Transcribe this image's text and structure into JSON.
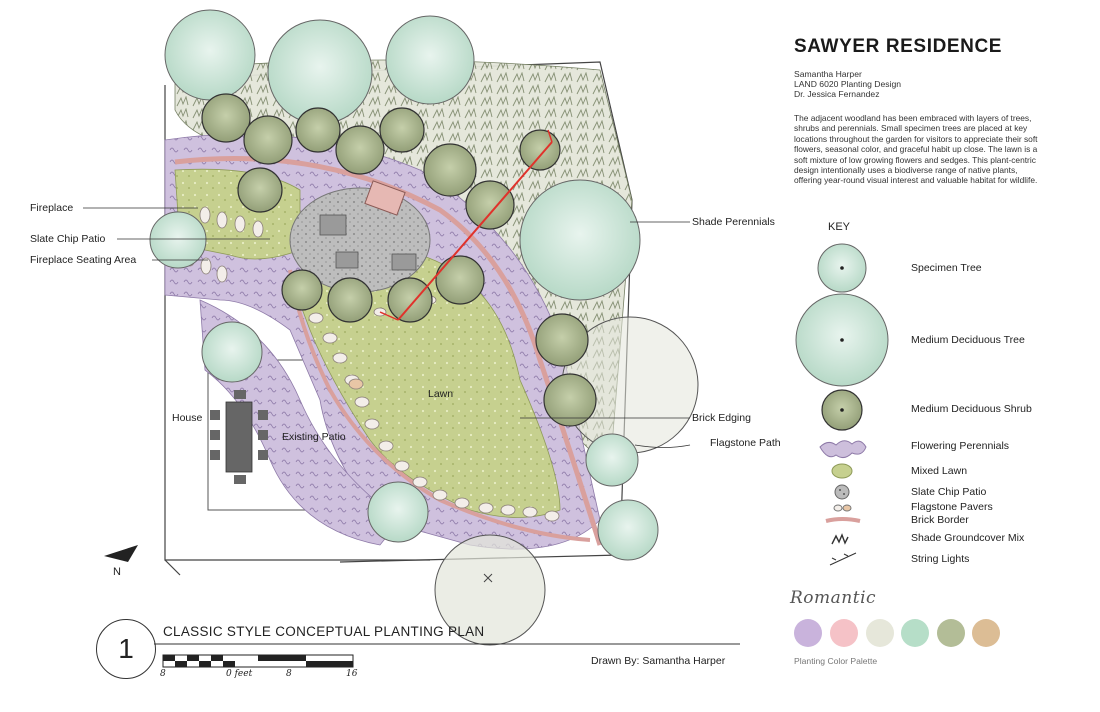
{
  "project": {
    "title": "SAWYER RESIDENCE",
    "designer": "Samantha Harper",
    "course": "LAND 6020 Planting Design",
    "instructor": "Dr. Jessica Fernandez",
    "description": "The adjacent woodland has been embraced with layers of trees, shrubs and perennials. Small specimen trees are placed at key locations throughout the garden for visitors to appreciate their soft flowers, seasonal color, and graceful habit up close. The lawn is a soft mixture of low growing flowers and sedges. This plant-centric design intentionally uses a biodiverse range of native plants, offering year-round visual interest and valuable habitat for wildlife."
  },
  "plan_labels": {
    "fireplace": "Fireplace",
    "slate_patio": "Slate Chip Patio",
    "seating": "Fireplace Seating Area",
    "house": "House",
    "existing_patio": "Existing Patio",
    "lawn": "Lawn",
    "shade_perennials": "Shade Perennials",
    "brick_edging": "Brick Edging",
    "flagstone_path": "Flagstone Path",
    "north": "N"
  },
  "key": {
    "heading": "KEY",
    "items": [
      {
        "label": "Specimen Tree",
        "icon": "specimen-tree-icon"
      },
      {
        "label": "Medium Deciduous Tree",
        "icon": "deciduous-tree-icon"
      },
      {
        "label": "Medium Deciduous Shrub",
        "icon": "deciduous-shrub-icon"
      },
      {
        "label": "Flowering Perennials",
        "icon": "perennials-icon"
      },
      {
        "label": "Mixed Lawn",
        "icon": "lawn-icon"
      },
      {
        "label": "Slate Chip Patio",
        "icon": "slate-icon"
      },
      {
        "label": "Flagstone Pavers",
        "icon": "flagstone-icon"
      },
      {
        "label": "Brick Border",
        "icon": "brick-icon"
      },
      {
        "label": "Shade Groundcover Mix",
        "icon": "groundcover-icon"
      },
      {
        "label": "String Lights",
        "icon": "lights-icon"
      }
    ]
  },
  "palette": {
    "title": "Romantic",
    "caption": "Planting Color Palette",
    "colors": [
      "#c9b3dc",
      "#f5c2c7",
      "#e6e7da",
      "#b6dec8",
      "#b3bd97",
      "#dcbd95"
    ]
  },
  "plan_footer": {
    "number": "1",
    "title": "CLASSIC STYLE CONCEPTUAL PLANTING PLAN",
    "drawn_by": "Drawn By: Samantha Harper",
    "scale_labels": [
      "8",
      "0 feet",
      "8",
      "16"
    ]
  },
  "colors": {
    "lawn": "#c4cf8e",
    "perennial": "#cdbfdc",
    "tree": "#cfe8dc",
    "shrub": "#a9b78e",
    "brick": "#d8a2a0",
    "slate": "#b8b8b8",
    "patio": "#666666"
  }
}
